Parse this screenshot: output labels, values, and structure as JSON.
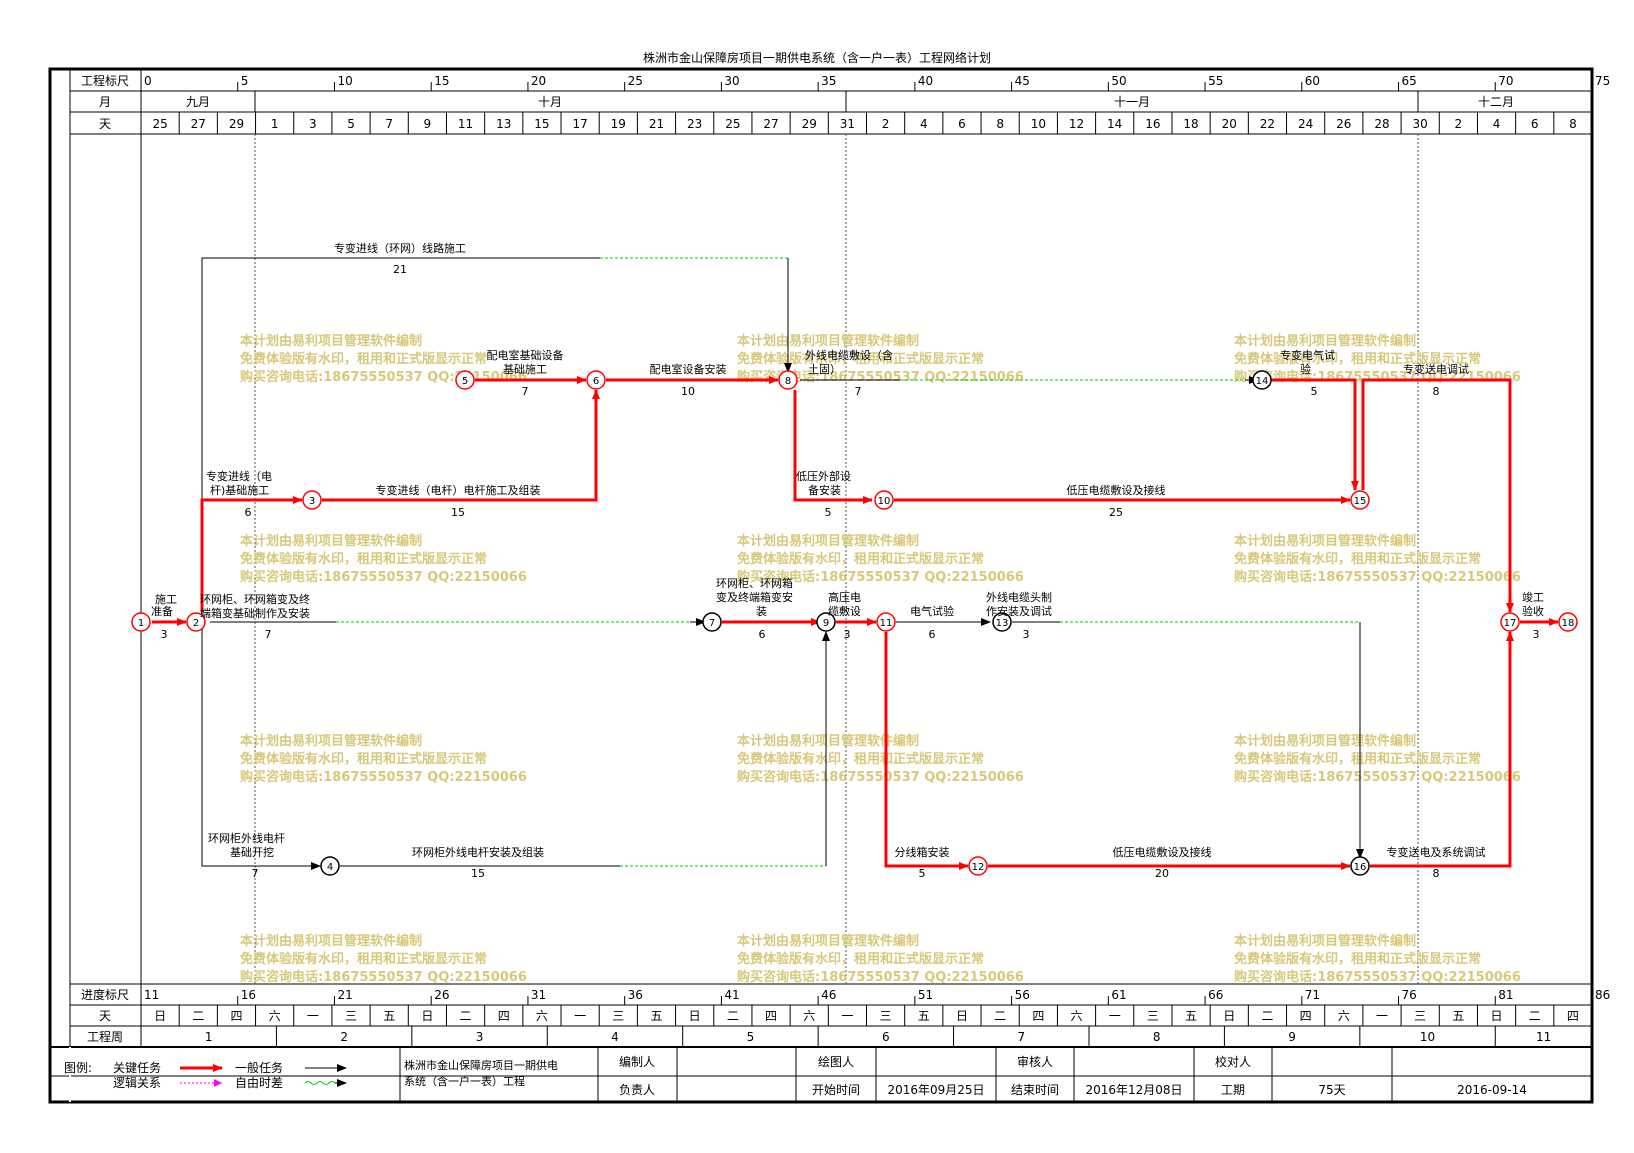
{
  "title": "株洲市金山保障房项目一期供电系统（含一户一表）工程网络计划",
  "header": {
    "scale_label": "工程标尺",
    "scale_ticks": [
      "0",
      "5",
      "10",
      "15",
      "20",
      "25",
      "30",
      "35",
      "40",
      "45",
      "50",
      "55",
      "60",
      "65",
      "70",
      "75"
    ],
    "month_label": "月",
    "months": [
      "九月",
      "十月",
      "十一月",
      "十二月"
    ],
    "day_label": "天",
    "days": [
      "25",
      "27",
      "29",
      "1",
      "3",
      "5",
      "7",
      "9",
      "11",
      "13",
      "15",
      "17",
      "19",
      "21",
      "23",
      "25",
      "27",
      "29",
      "31",
      "2",
      "4",
      "6",
      "8",
      "10",
      "12",
      "14",
      "16",
      "18",
      "20",
      "22",
      "24",
      "26",
      "28",
      "30",
      "2",
      "4",
      "6",
      "8"
    ]
  },
  "footer": {
    "progress_label": "进度标尺",
    "progress_ticks": [
      "11",
      "16",
      "21",
      "26",
      "31",
      "36",
      "41",
      "46",
      "51",
      "56",
      "61",
      "66",
      "71",
      "76",
      "81",
      "86"
    ],
    "weekday_label": "天",
    "weekdays": [
      "日",
      "二",
      "四",
      "六",
      "一",
      "三",
      "五",
      "日",
      "二",
      "四",
      "六",
      "一",
      "三",
      "五",
      "日",
      "二",
      "四",
      "六",
      "一",
      "三",
      "五",
      "日",
      "二",
      "四",
      "六",
      "一",
      "三",
      "五",
      "日",
      "二",
      "四",
      "六",
      "一",
      "三",
      "五",
      "日",
      "二",
      "四"
    ],
    "week_label": "工程周",
    "weeks": [
      "1",
      "2",
      "3",
      "4",
      "5",
      "6",
      "7",
      "8",
      "9",
      "10",
      "11"
    ]
  },
  "legend": {
    "label": "图例:",
    "critical": "关键任务",
    "general": "一般任务",
    "logic": "逻辑关系",
    "float": "自由时差"
  },
  "info": {
    "project_name": "株洲市金山保障房项目一期供电系统（含一户一表）工程",
    "editor_label": "编制人",
    "drawer_label": "绘图人",
    "reviewer_label": "审核人",
    "checker_label": "校对人",
    "owner_label": "负责人",
    "start_label": "开始时间",
    "start_value": "2016年09月25日",
    "end_label": "结束时间",
    "end_value": "2016年12月08日",
    "duration_label": "工期",
    "duration_value": "75天",
    "date_value": "2016-09-14"
  },
  "watermark": {
    "line1": "本计划由易利项目管理软件编制",
    "line2": "免费体验版有水印，租用和正式版显示正常",
    "line3": "购买咨询电话:18675550537 QQ:22150066"
  },
  "tasks": [
    {
      "name": "施工准备",
      "dur": "3"
    },
    {
      "name": "专变进线（环网）线路施工",
      "dur": "21"
    },
    {
      "name": "专变进线（电杆)基础施工",
      "dur": "6"
    },
    {
      "name": "专变进线（电杆）电杆施工及组装",
      "dur": "15"
    },
    {
      "name": "配电室基础设备基础施工",
      "dur": "7"
    },
    {
      "name": "配电室设备安装",
      "dur": "10"
    },
    {
      "name": "外线电缆敷设（含土固）",
      "dur": "7"
    },
    {
      "name": "低压外部设备安装",
      "dur": "5"
    },
    {
      "name": "低压电缆敷设及接线",
      "dur": "25"
    },
    {
      "name": "专变电气试验",
      "dur": "5"
    },
    {
      "name": "专变送电调试",
      "dur": "8"
    },
    {
      "name": "环网柜、环网箱变及终端箱变基础制作及安装",
      "dur": "7"
    },
    {
      "name": "环网柜、环网箱变及终端箱变安装",
      "dur": "6"
    },
    {
      "name": "高压电缆敷设",
      "dur": "3"
    },
    {
      "name": "电气试验",
      "dur": "6"
    },
    {
      "name": "外线电缆头制作安装及调试",
      "dur": "3"
    },
    {
      "name": "环网柜外线电杆基础开挖",
      "dur": "7"
    },
    {
      "name": "环网柜外线电杆安装及组装",
      "dur": "15"
    },
    {
      "name": "分线箱安装",
      "dur": "5"
    },
    {
      "name": "低压电缆敷设及接线",
      "dur": "20"
    },
    {
      "name": "专变送电及系统调试",
      "dur": "8"
    },
    {
      "name": "竣工验收",
      "dur": "3"
    }
  ],
  "colors": {
    "critical": "#ff0000",
    "general": "#000000",
    "float": "#00cc00",
    "logic": "#ff00ff",
    "watermark": "#d8c87a"
  }
}
